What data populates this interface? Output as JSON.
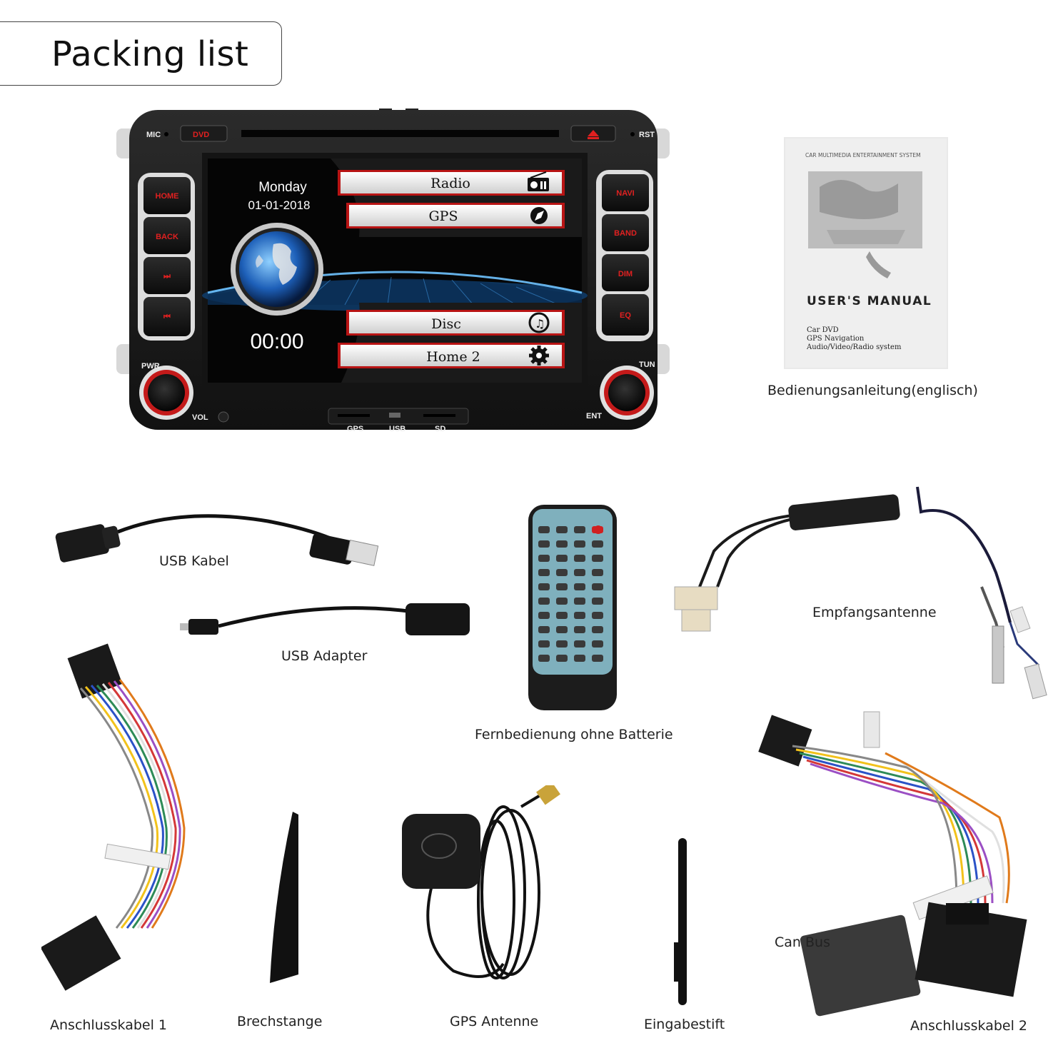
{
  "header": {
    "title": "Packing list"
  },
  "head_unit": {
    "top_labels": {
      "mic": "MIC",
      "dvd": "DVD",
      "rst": "RST"
    },
    "left_buttons": [
      "HOME",
      "BACK",
      "⏭",
      "⏮"
    ],
    "right_buttons": [
      "NAVI",
      "BAND",
      "DIM",
      "EQ"
    ],
    "screen": {
      "day": "Monday",
      "date": "01-01-2018",
      "time": "00:00",
      "menu": [
        "Radio",
        "GPS",
        "Disc",
        "Home 2"
      ]
    },
    "bottom_labels": {
      "pwr": "PWR",
      "tun": "TUN",
      "vol": "VOL",
      "ent": "ENT",
      "gps": "GPS",
      "usb": "USB",
      "sd": "SD"
    }
  },
  "manual": {
    "header": "CAR MULTIMEDIA ENTERTAINMENT SYSTEM",
    "title": "USER'S MANUAL",
    "lines": [
      "Car DVD",
      "GPS Navigation",
      "Audio/Video/Radio system"
    ]
  },
  "captions": {
    "manual": "Bedienungsanleitung(englisch)",
    "usb_cable": "USB Kabel",
    "usb_adapter": "USB Adapter",
    "remote": "Fernbedienung ohne Batterie",
    "antenna": "Empfangsantenne",
    "can_bus": "Can Bus",
    "cable1": "Anschlusskabel  1",
    "pry_bar": "Brechstange",
    "gps_antenna": "GPS Antenne",
    "stylus": "Eingabestift",
    "cable2": "Anschlusskabel  2"
  },
  "icons": [
    "radio-icon",
    "compass-icon",
    "music-icon",
    "gear-icon",
    "globe-icon",
    "eject-icon"
  ],
  "colors": {
    "accent_red": "#d81f1f",
    "unit_body": "#1a1a1a",
    "screen_bg": "#050505"
  }
}
